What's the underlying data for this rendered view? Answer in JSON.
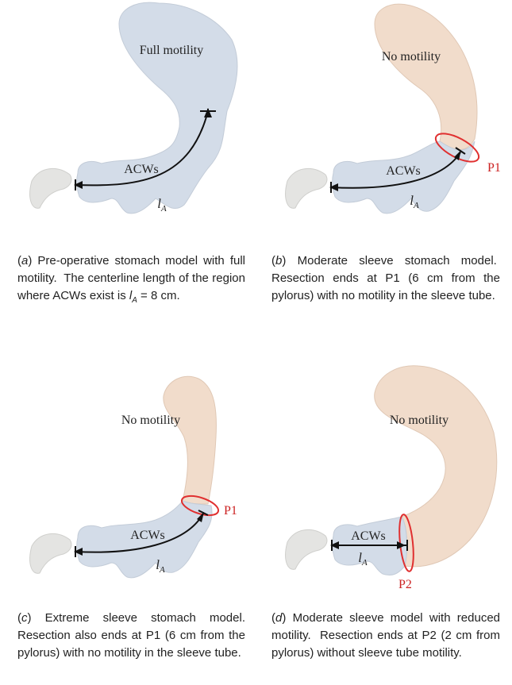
{
  "panels": [
    {
      "id": "a",
      "region_label": "Full motility",
      "wave_label": "ACWs",
      "length_label": "l_A",
      "point_label": "",
      "caption_letter": "a",
      "caption_text": "Pre-operative stomach model with full motility.  The centerline length of the region where ACWs exist is l_A = 8 cm."
    },
    {
      "id": "b",
      "region_label": "No motility",
      "wave_label": "ACWs",
      "length_label": "l_A",
      "point_label": "P1",
      "caption_letter": "b",
      "caption_text": "Moderate sleeve stomach model.  Resection ends at P1 (6 cm from the pylorus) with no motility in the sleeve tube."
    },
    {
      "id": "c",
      "region_label": "No motility",
      "wave_label": "ACWs",
      "length_label": "l_A",
      "point_label": "P1",
      "caption_letter": "c",
      "caption_text": "Extreme sleeve stomach model. Resection also ends at P1 (6 cm from the pylorus) with no motility in the sleeve tube."
    },
    {
      "id": "d",
      "region_label": "No motility",
      "wave_label": "ACWs",
      "length_label": "l_A",
      "point_label": "P2",
      "caption_letter": "d",
      "caption_text": "Moderate sleeve model with reduced motility.  Resection ends at P2 (2 cm from pylorus) without sleeve tube motility."
    }
  ],
  "colors": {
    "motile": "#d3dce8",
    "non_motile": "#f1dccb",
    "duodenum": "#e4e4e2",
    "resection_line": "#e03030",
    "point_label": "#cc2222",
    "arrow": "#111111"
  }
}
